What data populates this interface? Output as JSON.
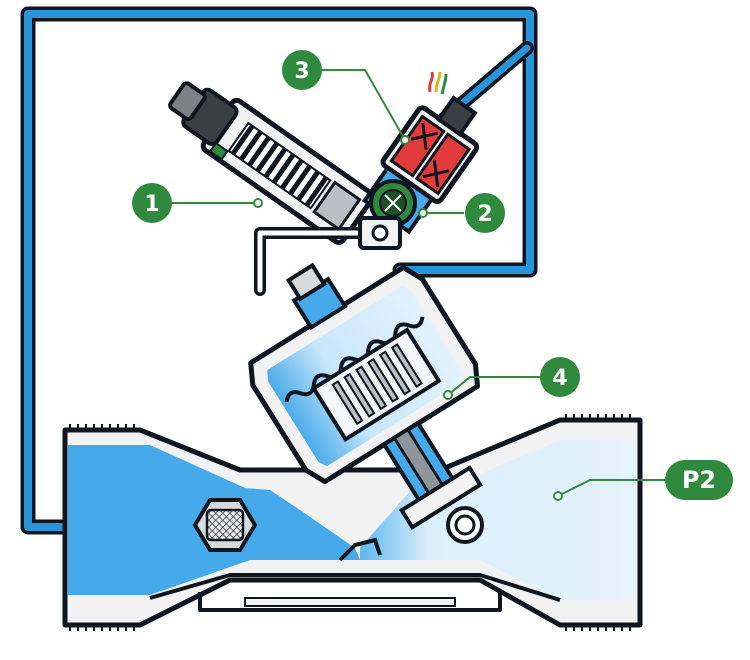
{
  "callouts": {
    "c1": "1",
    "c2": "2",
    "c3": "3",
    "c4": "4",
    "p2": "P2"
  },
  "colors": {
    "outline": "#0f1620",
    "pipe_blue": "#2a94da",
    "water_dark": "#45a9ea",
    "water_light": "#dcf0fc",
    "body_grey": "#f2f2f2",
    "badge_green": "#2f8a3d",
    "solenoid_red": "#e23b3b",
    "spring_grey": "#b9bfc4"
  }
}
